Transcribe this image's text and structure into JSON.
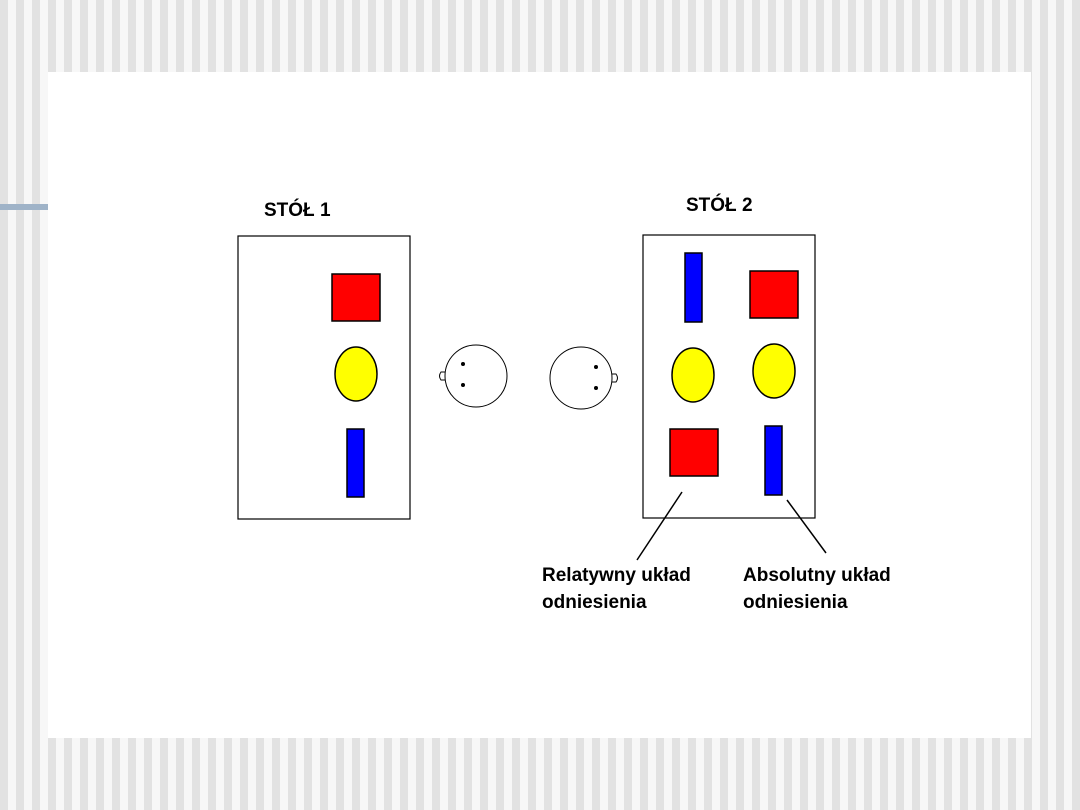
{
  "table1": {
    "title": "STÓŁ 1"
  },
  "table2": {
    "title": "STÓŁ 2"
  },
  "labels": {
    "relative_line1": "Relatywny układ",
    "relative_line2": "odniesienia",
    "absolute_line1": "Absolutny układ",
    "absolute_line2": "odniesienia"
  },
  "colors": {
    "red_square": "#ff0000",
    "yellow_ellipse": "#ffff00",
    "blue_bar": "#0000ff",
    "outline": "#000000"
  },
  "icons": {
    "observer": "head-top-view-icon"
  }
}
